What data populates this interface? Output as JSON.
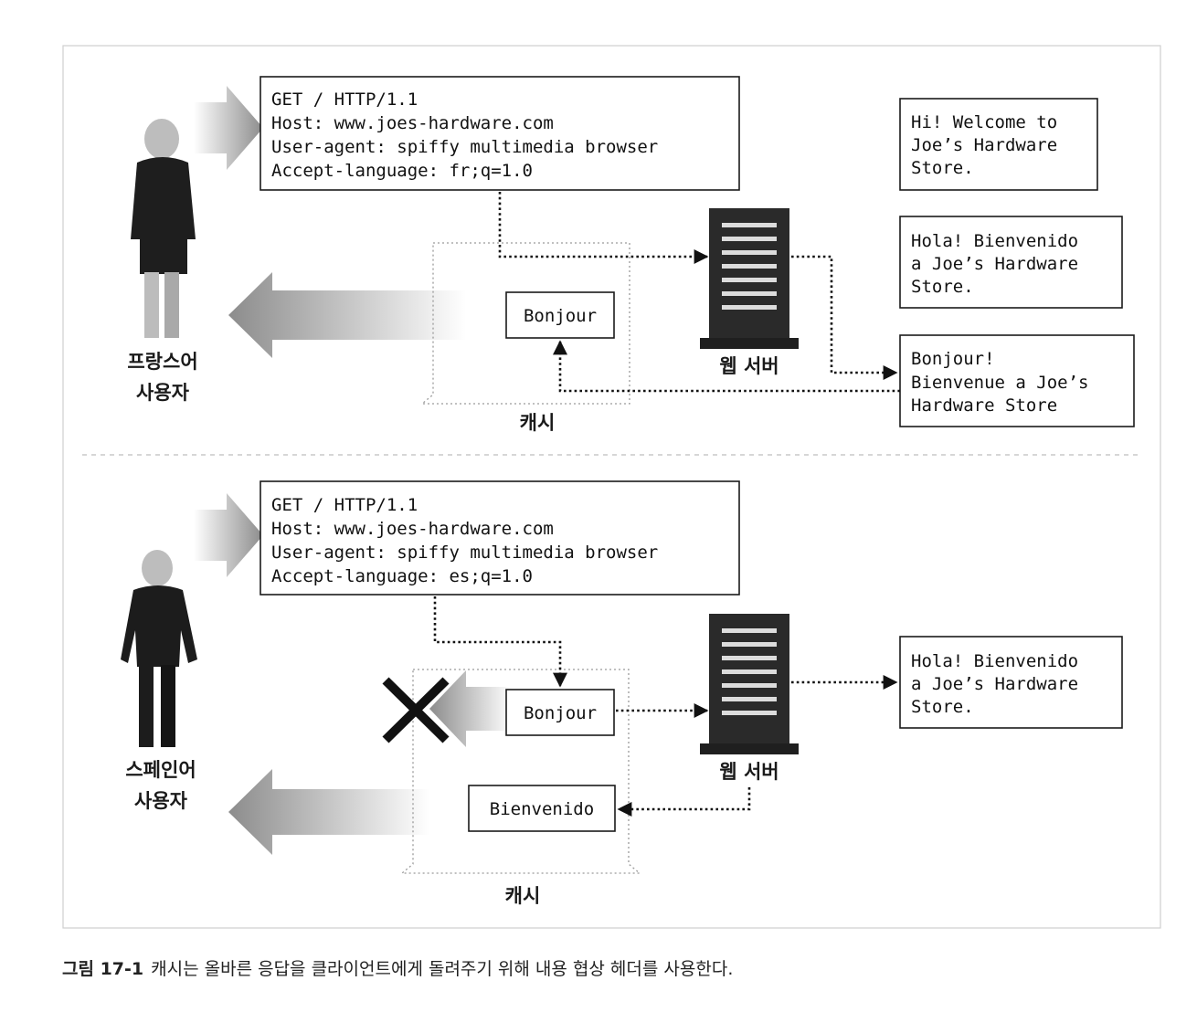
{
  "top": {
    "request_lines": [
      "GET / HTTP/1.1",
      "Host: www.joes-hardware.com",
      "User-agent: spiffy multimedia browser",
      "Accept-language: fr;q=1.0"
    ],
    "user_label_line1": "프랑스어",
    "user_label_line2": "사용자",
    "cache_item": "Bonjour",
    "cache_label": "캐시",
    "server_label": "웹 서버",
    "doc_en": [
      "Hi! Welcome to",
      "Joe’s Hardware",
      "Store."
    ],
    "doc_es": [
      "Hola! Bienvenido",
      "a Joe’s Hardware",
      "Store."
    ],
    "doc_fr": [
      "Bonjour!",
      "Bienvenue a Joe’s",
      "Hardware Store"
    ]
  },
  "bottom": {
    "request_lines": [
      "GET / HTTP/1.1",
      "Host: www.joes-hardware.com",
      "User-agent: spiffy multimedia browser",
      "Accept-language: es;q=1.0"
    ],
    "user_label_line1": "스페인어",
    "user_label_line2": "사용자",
    "cache_item_1": "Bonjour",
    "cache_item_2": "Bienvenido",
    "cache_label": "캐시",
    "server_label": "웹 서버",
    "doc_es": [
      "Hola! Bienvenido",
      "a Joe’s Hardware",
      "Store."
    ]
  },
  "caption": {
    "figure": "그림 17-1",
    "text": "캐시는 올바른 응답을 클라이언트에게 돌려주기 위해 내용 협상 헤더를 사용한다."
  }
}
